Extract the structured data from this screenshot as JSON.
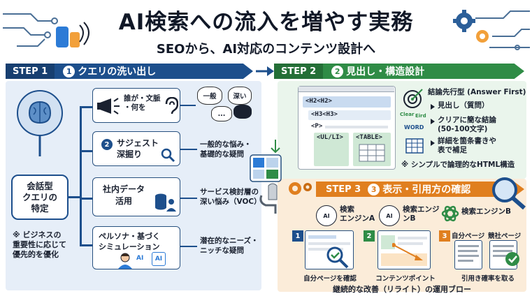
{
  "title": "AI検索への流入を増やす実務",
  "subtitle": "SEOから、AI対応のコンテンツ設計へ",
  "step1": {
    "tag": "STEP 1",
    "num": "1",
    "label": "クエリの洗い出し",
    "center": "会話型\nクエリの\n特定",
    "note": "※ ビジネスの\n重要性に応じて\n優先的を優化",
    "items": [
      {
        "label": "誰が・文脈\n・何を",
        "desc": ""
      },
      {
        "label": "サジェスト\n深掘り",
        "num": "2",
        "desc": "一般的な悩み・\n基礎的な疑問"
      },
      {
        "label": "社内データ\n活用",
        "desc": "サービス検討層の\n深い悩み（VOC）"
      },
      {
        "label": "ペルソナ・基づく\nシミュレーション",
        "desc": "潜在的なニーズ・\nニッチな疑問"
      }
    ],
    "bubbles": [
      "一般",
      "深い",
      "..."
    ],
    "ai_label": "AI"
  },
  "step2": {
    "tag": "STEP 2",
    "num": "2",
    "label": "見出し・構造設計",
    "code": [
      "<H2<H2>",
      "<H3<H3>",
      "<P>",
      "<UL/LI>",
      "<TABLE>"
    ],
    "word_labels": [
      "Clear",
      "WORD",
      "Eird"
    ],
    "features": [
      "結論先行型 (Answer First)",
      "見出し（質問）",
      "クリアに簡な結論\n(50-100文字)",
      "詳細を箇条書きや\n表で補足"
    ],
    "note": "※ シンプルで論理的なHTML構造"
  },
  "step3": {
    "tag": "STEP 3",
    "num": "3",
    "label": "表示・引用方の確認",
    "engines": [
      {
        "name": "検索\nエンジンA",
        "icon": "AI"
      },
      {
        "name": "検索エンジ\nンB",
        "icon": "AI"
      },
      {
        "name": "検索エンジンB",
        "icon": "AI"
      }
    ],
    "flow": [
      {
        "num": "1",
        "caption": "自分ページを確認"
      },
      {
        "num": "2",
        "caption": "コンテンツポイント"
      },
      {
        "num": "3",
        "caption": "引用き確率を取る",
        "labels": [
          "自分ページ",
          "競社ページ"
        ]
      }
    ],
    "footer": "継続的な改善（リライト）の運用ブロー"
  },
  "colors": {
    "step1": "#1d4f8c",
    "step2": "#2f8c46",
    "step3": "#e07f1f"
  }
}
